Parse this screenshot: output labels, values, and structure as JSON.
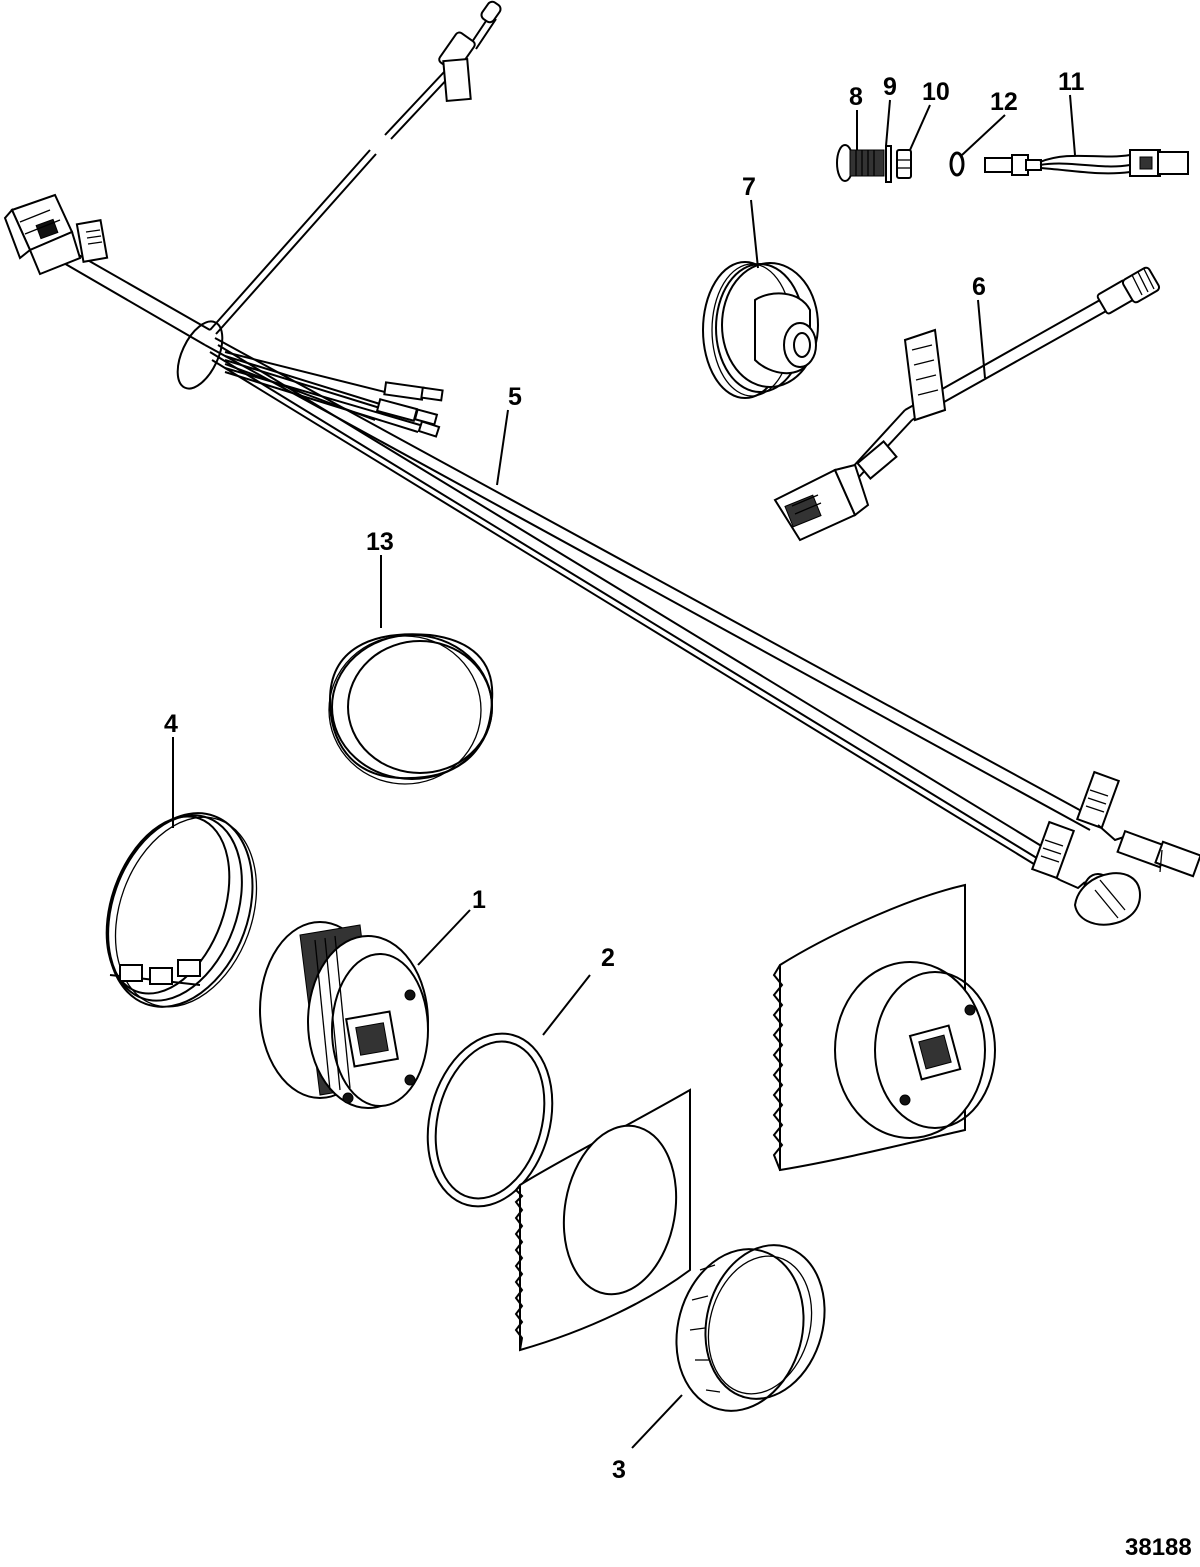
{
  "callouts": [
    {
      "id": "1",
      "text": "1"
    },
    {
      "id": "2",
      "text": "2"
    },
    {
      "id": "3",
      "text": "3"
    },
    {
      "id": "4",
      "text": "4"
    },
    {
      "id": "5",
      "text": "5"
    },
    {
      "id": "6",
      "text": "6"
    },
    {
      "id": "7",
      "text": "7"
    },
    {
      "id": "8",
      "text": "8"
    },
    {
      "id": "9",
      "text": "9"
    },
    {
      "id": "10",
      "text": "10"
    },
    {
      "id": "11",
      "text": "11"
    },
    {
      "id": "12",
      "text": "12"
    },
    {
      "id": "13",
      "text": "13"
    }
  ],
  "figure_number": "38188"
}
